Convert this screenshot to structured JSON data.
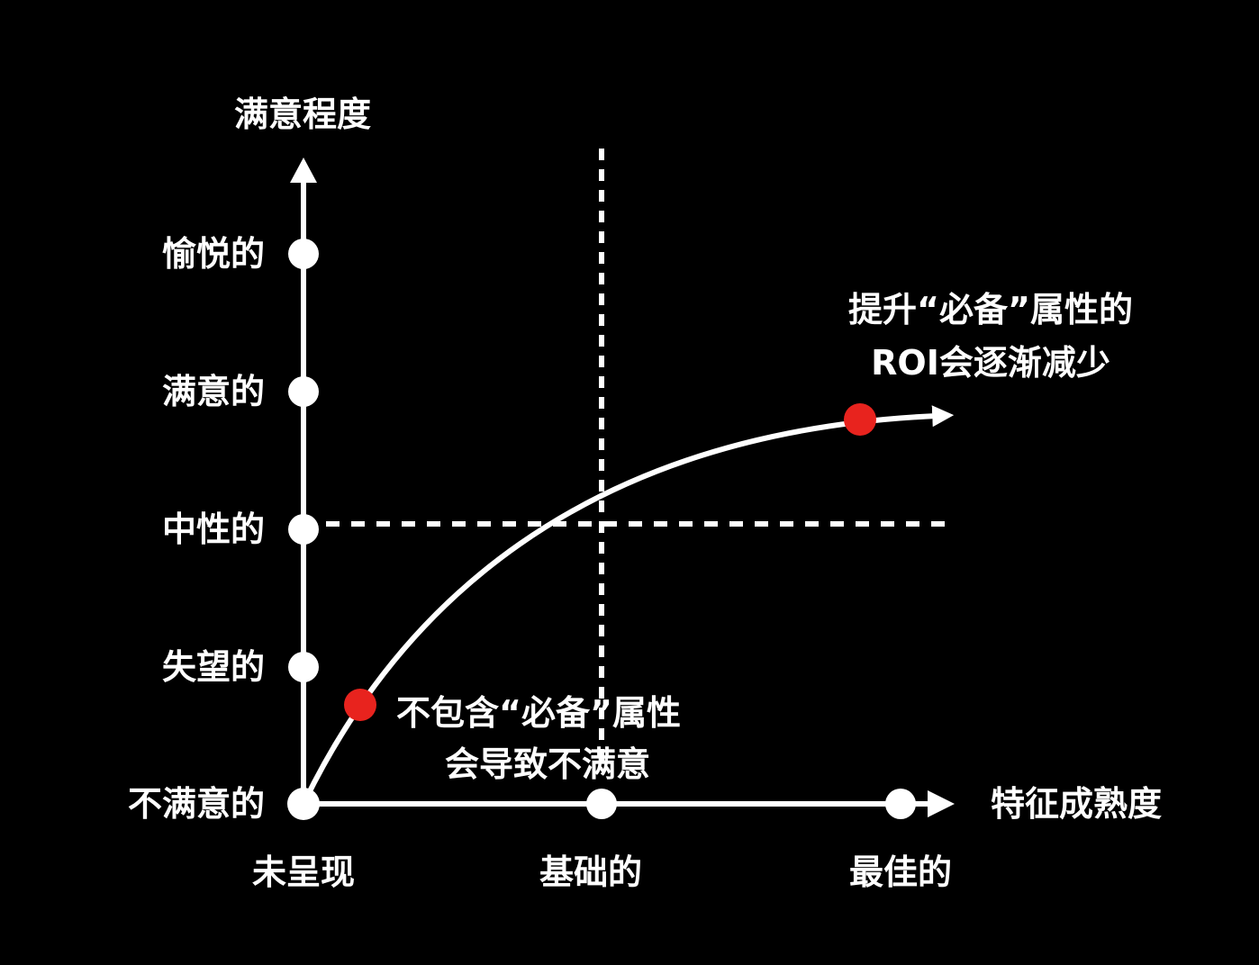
{
  "y_axis": {
    "title": "满意程度",
    "levels": [
      "不满意的",
      "失望的",
      "中性的",
      "满意的",
      "愉悦的"
    ]
  },
  "x_axis": {
    "title": "特征成熟度",
    "levels": [
      "未呈现",
      "基础的",
      "最佳的"
    ]
  },
  "annotations": {
    "low": [
      "不包含“必备”属性",
      "会导致不满意"
    ],
    "high": [
      "提升“必备”属性的",
      "ROI会逐渐减少"
    ]
  },
  "colors": {
    "background": "#000000",
    "line": "#ffffff",
    "highlight": "#e8231e"
  }
}
